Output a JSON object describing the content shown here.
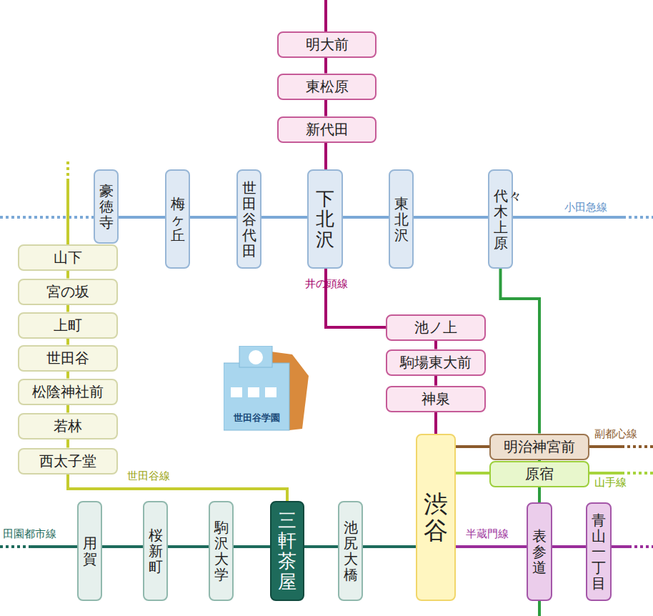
{
  "diagram": {
    "nodes": [
      {
        "text": [
          "明大前"
        ]
      },
      {
        "text": [
          "東松原"
        ]
      },
      {
        "text": [
          "新代田"
        ]
      },
      {
        "text": [
          "豪徳寺"
        ]
      },
      {
        "text": [
          "梅ヶ丘"
        ]
      },
      {
        "text": [
          "世田谷代田"
        ]
      },
      {
        "text": [
          "下北沢"
        ]
      },
      {
        "text": [
          "東北沢"
        ]
      },
      {
        "text": [
          "代々木上原"
        ]
      },
      {
        "text": [
          "山下"
        ]
      },
      {
        "text": [
          "宮の坂"
        ]
      },
      {
        "text": [
          "上町"
        ]
      },
      {
        "text": [
          "世田谷"
        ]
      },
      {
        "text": [
          "松陰神社前"
        ]
      },
      {
        "text": [
          "若林"
        ]
      },
      {
        "text": [
          "西太子堂"
        ]
      },
      {
        "text": [
          "池ノ上"
        ]
      },
      {
        "text": [
          "駒場東大前"
        ]
      },
      {
        "text": [
          "神泉"
        ]
      },
      {
        "text": [
          "世田谷学園"
        ]
      },
      {
        "text": [
          "明治神宮前"
        ]
      },
      {
        "text": [
          "原宿"
        ]
      },
      {
        "text": [
          "用賀"
        ]
      },
      {
        "text": [
          "桜新町"
        ]
      },
      {
        "text": [
          "駒沢大学"
        ]
      },
      {
        "text": [
          "三軒茶屋"
        ]
      },
      {
        "text": [
          "池尻大橋"
        ]
      },
      {
        "text": [
          "渋谷"
        ]
      },
      {
        "text": [
          "表参道"
        ]
      },
      {
        "text": [
          "青山一丁目"
        ]
      }
    ],
    "edges": [
      {
        "from": 0,
        "to": 1,
        "arrow": "none"
      },
      {
        "from": 1,
        "to": 2,
        "arrow": "none"
      },
      {
        "from": 2,
        "to": 6,
        "arrow": "none"
      },
      {
        "from": 6,
        "to": 16,
        "label": "井の頭線",
        "arrow": "none"
      },
      {
        "from": 16,
        "to": 17,
        "arrow": "none"
      },
      {
        "from": 17,
        "to": 18,
        "arrow": "none"
      },
      {
        "from": 18,
        "to": 27,
        "arrow": "none"
      },
      {
        "from": 3,
        "to": 4,
        "arrow": "none"
      },
      {
        "from": 4,
        "to": 5,
        "arrow": "none"
      },
      {
        "from": 5,
        "to": 6,
        "arrow": "none"
      },
      {
        "from": 6,
        "to": 7,
        "arrow": "none"
      },
      {
        "from": 7,
        "to": 8,
        "arrow": "none"
      },
      {
        "from": 9,
        "to": 10,
        "arrow": "none"
      },
      {
        "from": 10,
        "to": 11,
        "arrow": "none"
      },
      {
        "from": 11,
        "to": 12,
        "arrow": "none"
      },
      {
        "from": 12,
        "to": 13,
        "arrow": "none"
      },
      {
        "from": 13,
        "to": 14,
        "arrow": "none"
      },
      {
        "from": 14,
        "to": 15,
        "arrow": "none"
      },
      {
        "from": 15,
        "to": 25,
        "label": "世田谷線",
        "arrow": "none"
      },
      {
        "from": 22,
        "to": 23,
        "arrow": "none"
      },
      {
        "from": 23,
        "to": 24,
        "arrow": "none"
      },
      {
        "from": 24,
        "to": 25,
        "arrow": "none"
      },
      {
        "from": 25,
        "to": 26,
        "arrow": "none"
      },
      {
        "from": 26,
        "to": 27,
        "arrow": "none"
      },
      {
        "from": 27,
        "to": 28,
        "label": "半蔵門線",
        "arrow": "none"
      },
      {
        "from": 28,
        "to": 29,
        "arrow": "none"
      },
      {
        "from": 8,
        "to": 20,
        "arrow": "none"
      },
      {
        "from": 20,
        "to": 28,
        "arrow": "none"
      },
      {
        "from": 27,
        "to": 20,
        "arrow": "none"
      },
      {
        "from": 27,
        "to": 21,
        "arrow": "none"
      }
    ],
    "labels": [
      "小田急線",
      "副都心線",
      "山手線",
      "田園都市線"
    ]
  }
}
